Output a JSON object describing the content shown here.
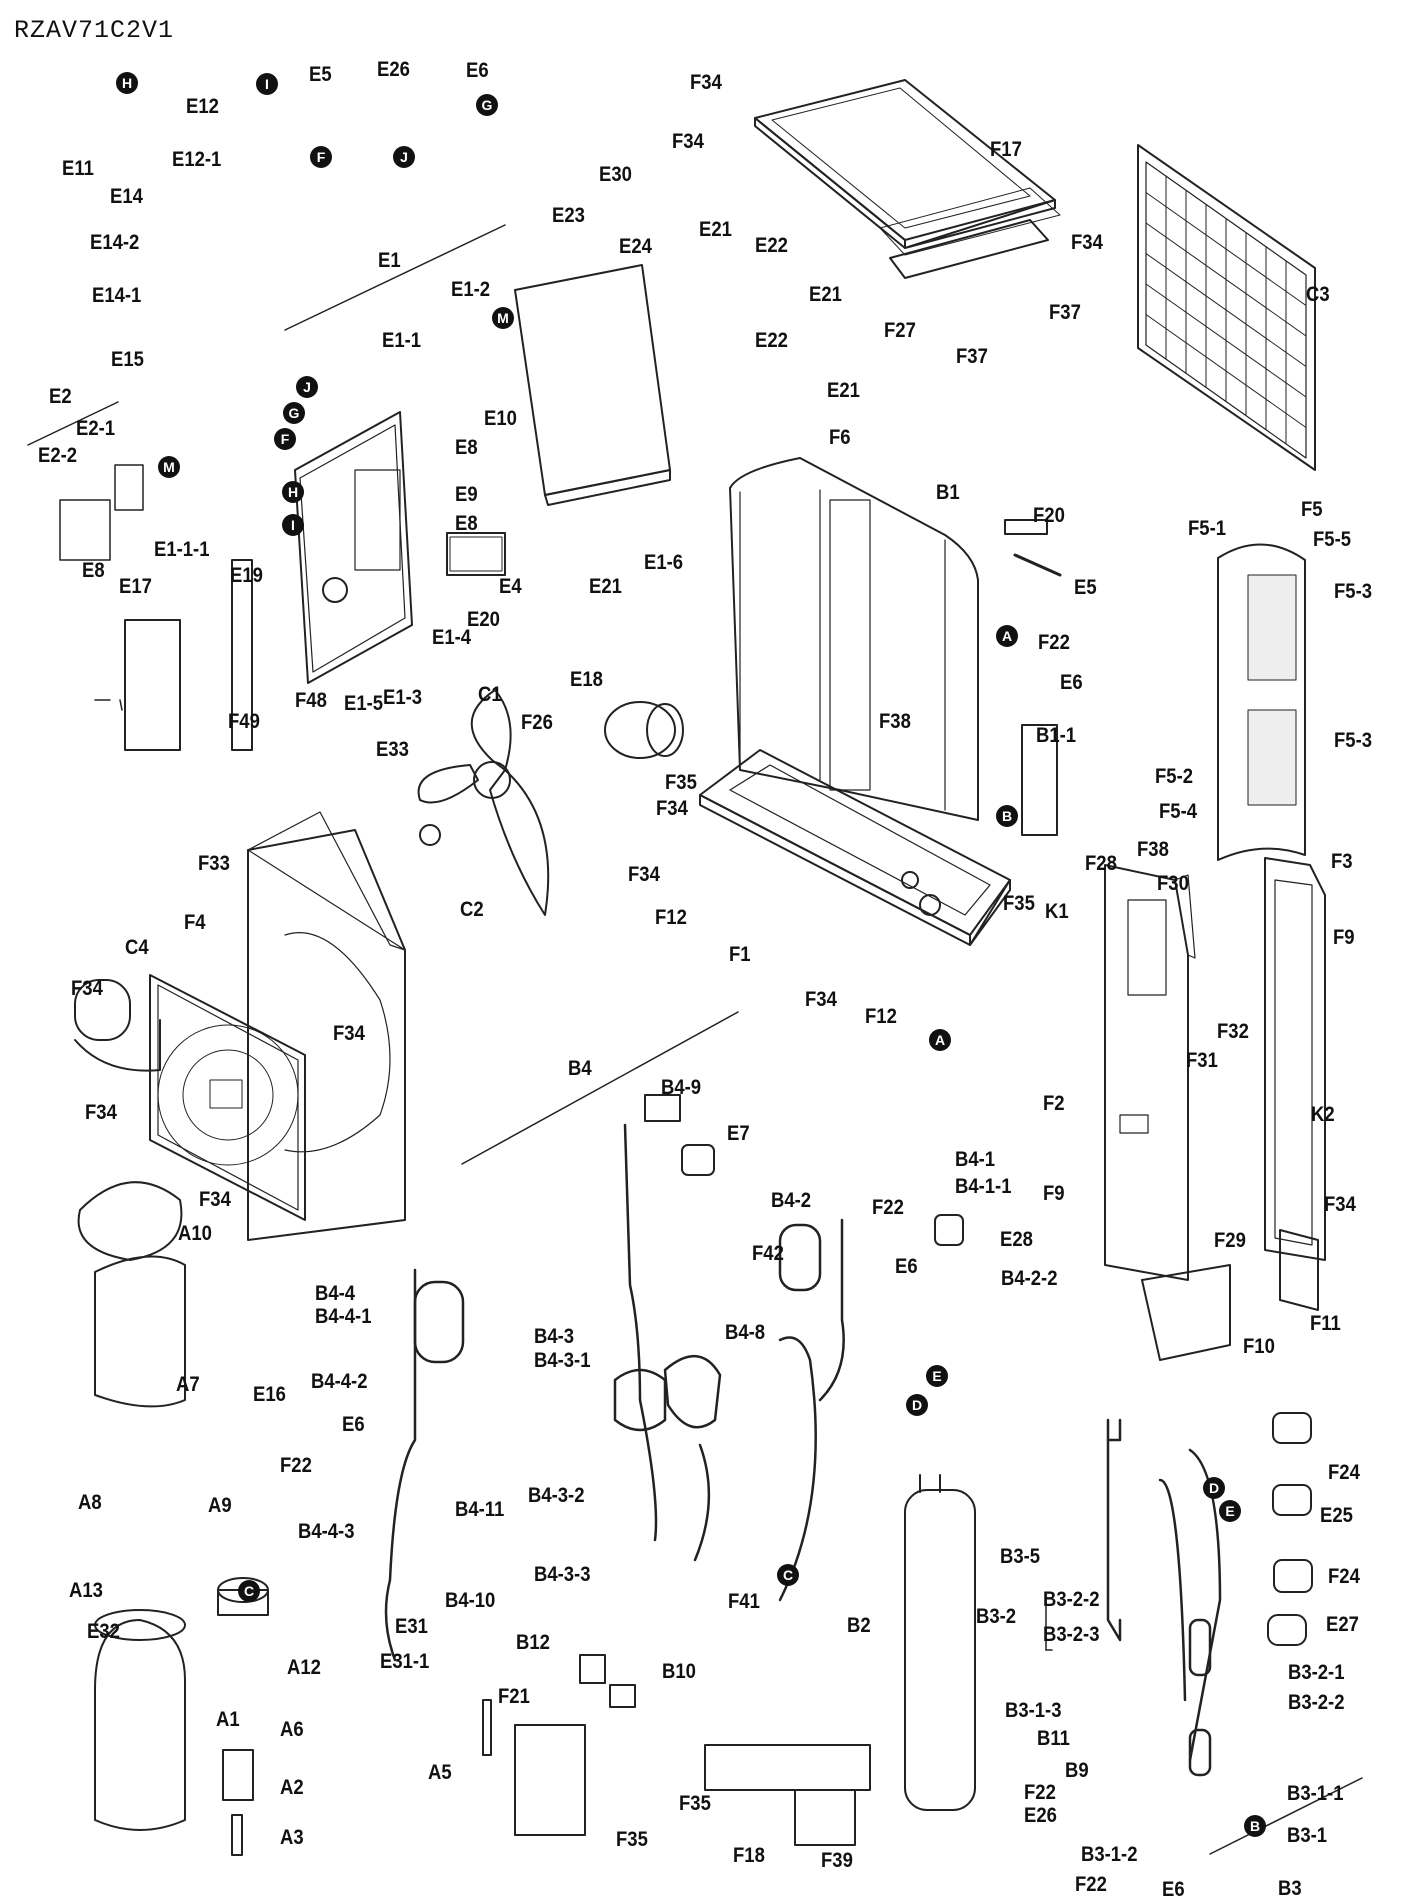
{
  "model": "RZAV71C2V1",
  "labels": [
    "E11",
    "E12",
    "E12-1",
    "E5",
    "E26",
    "E6",
    "E14",
    "E14-2",
    "E14-1",
    "E30",
    "F34",
    "F17",
    "F34",
    "F34",
    "C3",
    "E23",
    "E24",
    "E21",
    "E22",
    "E21",
    "E22",
    "E1",
    "E1-2",
    "E1-1",
    "F27",
    "F37",
    "F37",
    "E15",
    "E2",
    "E2-1",
    "E2-2",
    "E8",
    "E21",
    "E8",
    "E10",
    "E9",
    "E8",
    "F6",
    "B1",
    "F20",
    "E5",
    "E1-6",
    "E21",
    "E4",
    "E20",
    "E19",
    "E1-1-1",
    "E17",
    "E1-4",
    "E1-3",
    "E1-5",
    "F48",
    "F49",
    "F5-1",
    "F5",
    "F5-5",
    "F5-3",
    "F5-3",
    "F5-2",
    "F5-4",
    "F38",
    "F22",
    "E6",
    "F38",
    "B1-1",
    "E18",
    "F26",
    "C1",
    "E33",
    "F35",
    "F34",
    "F34",
    "F12",
    "F1",
    "F35",
    "F34",
    "F12",
    "C2",
    "F33",
    "F4",
    "C4",
    "F34",
    "F34",
    "F34",
    "F34",
    "F28",
    "F30",
    "F3",
    "F9",
    "K1",
    "F32",
    "F31",
    "K2",
    "F2",
    "F9",
    "F34",
    "F11",
    "F29",
    "F10",
    "B4",
    "B4-9",
    "E7",
    "B4-1",
    "B4-1-1",
    "A10",
    "B4-2",
    "F22",
    "E28",
    "F42",
    "E6",
    "B4-2-2",
    "B4-4",
    "B4-4-1",
    "B4-8",
    "B4-3",
    "B4-3-1",
    "A7",
    "B4-4-2",
    "E16",
    "E6",
    "F22",
    "A8",
    "A9",
    "B4-11",
    "B4-4-3",
    "B4-10",
    "B4-3-2",
    "B4-3-3",
    "F41",
    "B12",
    "B10",
    "A13",
    "E32",
    "A12",
    "E31",
    "E31-1",
    "A1",
    "A6",
    "A2",
    "A3",
    "A5",
    "F21",
    "F35",
    "F35",
    "F18",
    "F39",
    "B2",
    "B3-5",
    "F24",
    "E25",
    "F24",
    "E27",
    "B3-2",
    "B3-2-2",
    "B3-2-3",
    "B3-2-1",
    "B3-2-2",
    "B3-1-3",
    "B11",
    "B9",
    "B3-1-1",
    "F22",
    "E26",
    "B3-1",
    "B3-1-2",
    "F22",
    "E6",
    "B3"
  ],
  "markers": [
    "H",
    "I",
    "F",
    "J",
    "G",
    "M",
    "J",
    "G",
    "F",
    "H",
    "I",
    "M",
    "A",
    "B",
    "A",
    "C",
    "D",
    "E",
    "D",
    "E",
    "B",
    "C"
  ]
}
